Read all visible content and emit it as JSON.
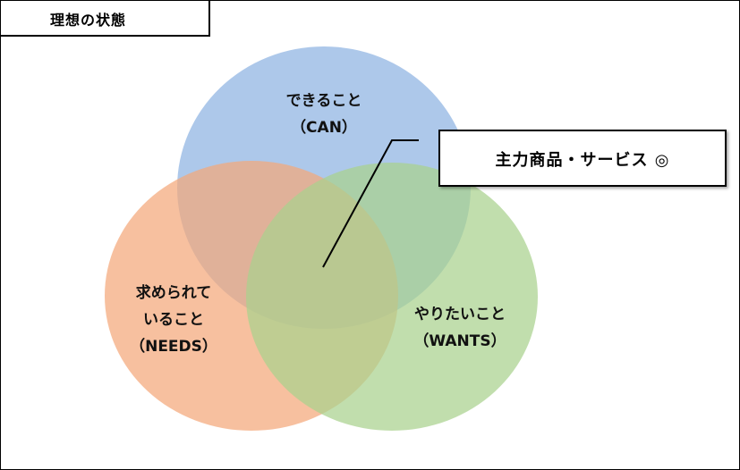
{
  "title": "理想の状態",
  "circles": {
    "can": {
      "line1": "できること",
      "line2": "（CAN）",
      "color": "#8db3e2"
    },
    "needs": {
      "line1": "求められて",
      "line2": "いること",
      "line3": "（NEEDS）",
      "color": "#f4a77a"
    },
    "wants": {
      "line1": "やりたいこと",
      "line2": "（WANTS）",
      "color": "#a9d18e"
    }
  },
  "callout": {
    "text": "主力商品・サービス ◎"
  },
  "line_color": "#000000"
}
